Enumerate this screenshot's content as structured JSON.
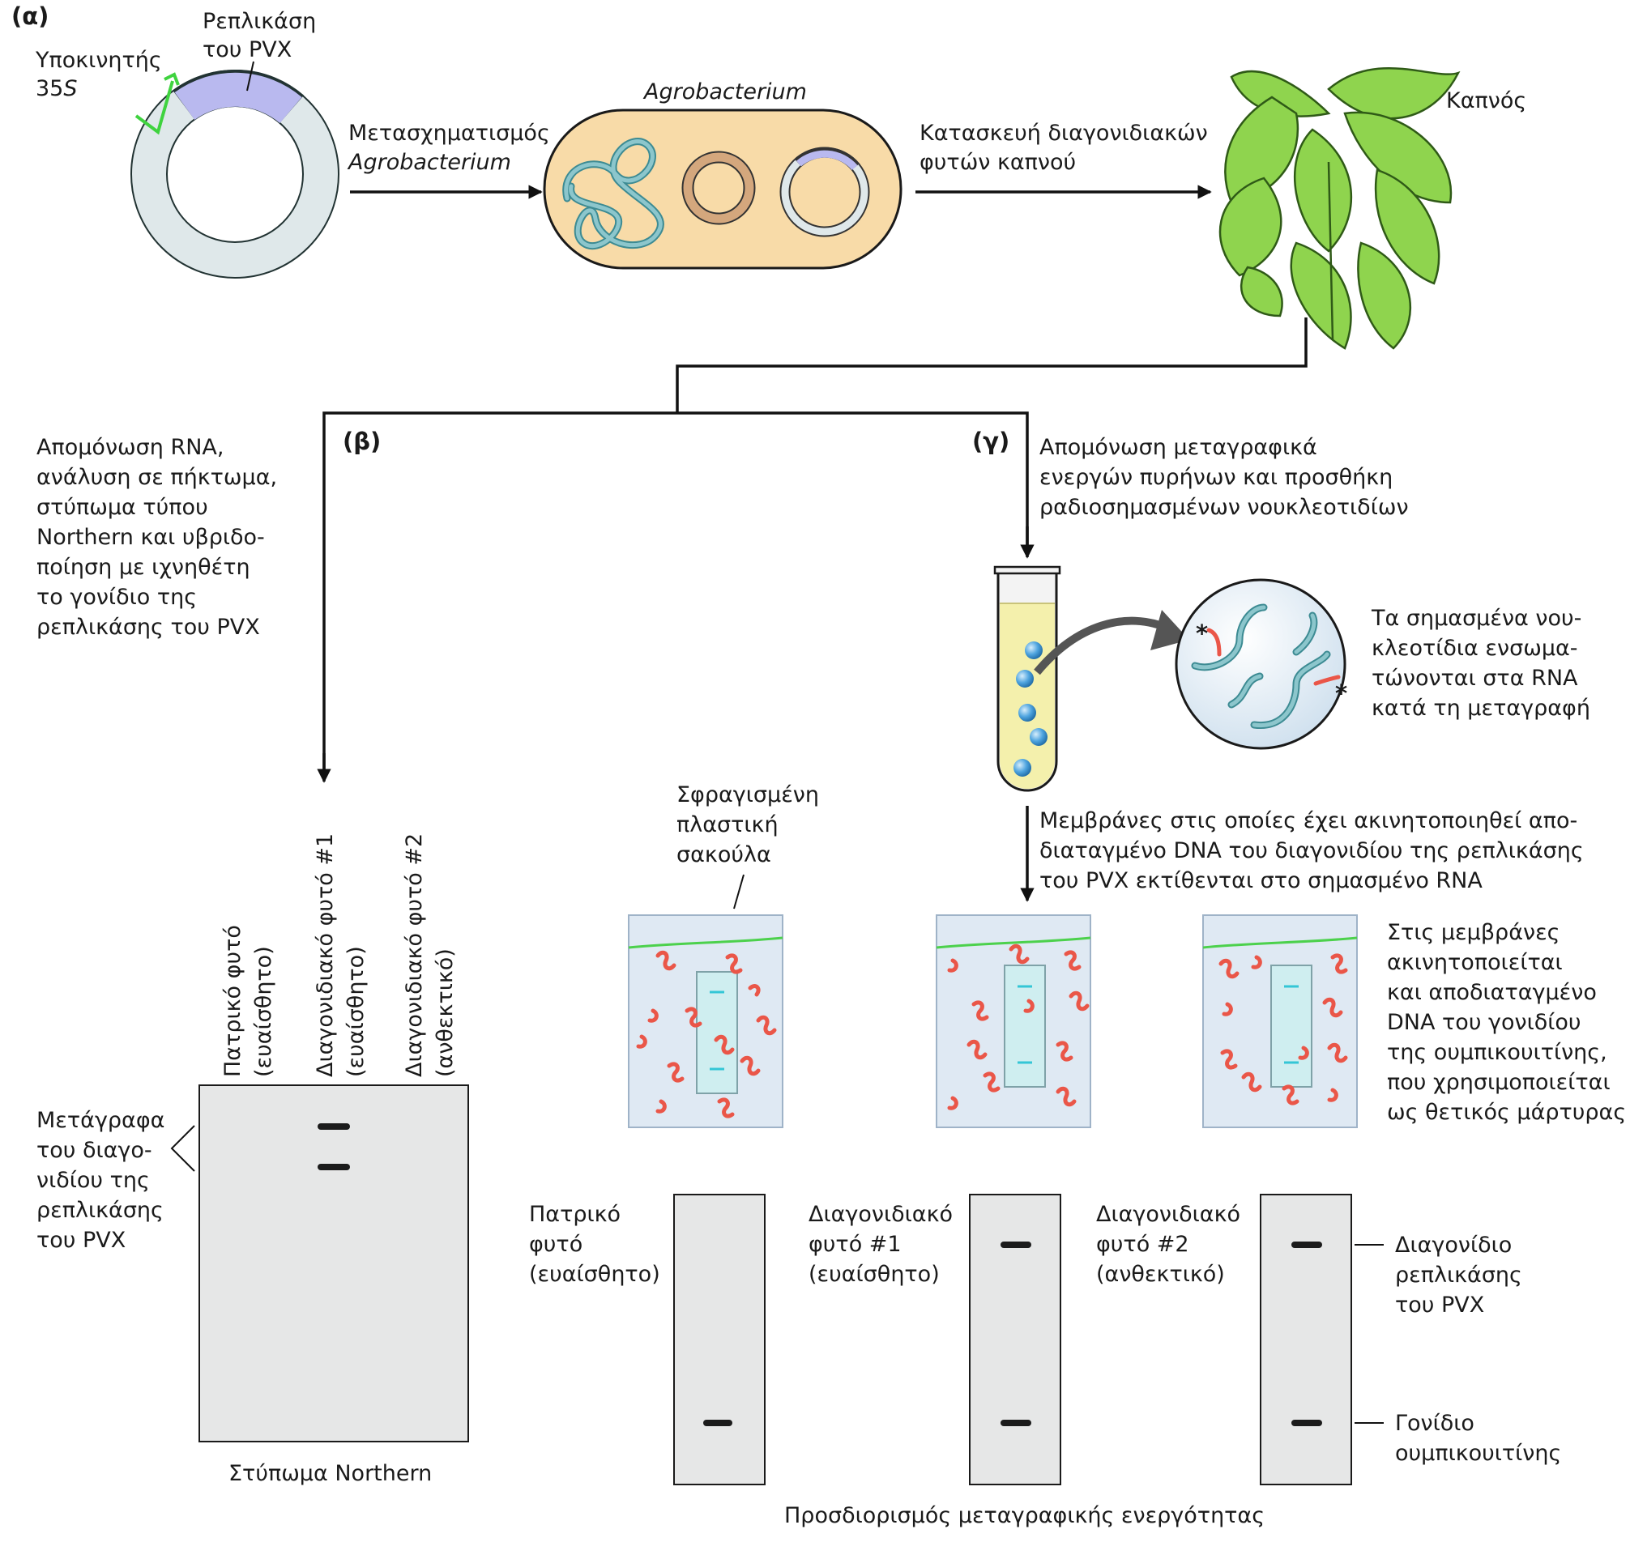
{
  "panels": {
    "a": "(α)",
    "b": "(β)",
    "c": "(γ)"
  },
  "plasmid": {
    "promoter_label": "Υποκινητής",
    "promoter_name": "35",
    "promoter_suffix": "S",
    "replicase_line1": "Ρεπλικάση",
    "replicase_line2": "του PVX"
  },
  "transform": {
    "line1": "Μετασχηματισμός",
    "line2": "Agrobacterium"
  },
  "agrobacterium_label": "Agrobacterium",
  "construct": {
    "line1": "Κατασκευή διαγονιδιακών",
    "line2": "φυτών καπνού"
  },
  "plant_label": "Καπνός",
  "branch_b_text": [
    "Απομόνωση RNA,",
    "ανάλυση σε πήκτωμα,",
    "στύπωμα τύπου",
    "Northern και υβριδο-",
    "ποίηση με ιχνηθέτη",
    "το γονίδιο της",
    "ρεπλικάσης του PVX"
  ],
  "branch_c_text": [
    "Απομόνωση μεταγραφικά",
    "ενεργών πυρήνων και προσθήκη",
    "ραδιοσημασμένων νουκλεοτιδίων"
  ],
  "labeled_text": [
    "Τα σημασμένα νου-",
    "κλεοτίδια ενσωμα-",
    "τώνονται στα RNA",
    "κατά τη μεταγραφή"
  ],
  "asterisk": "*",
  "membrane_text": [
    "Μεμβράνες στις οποίες έχει ακινητοποιηθεί απο-",
    "διαταγμένο DNA του διαγονιδίου της ρεπλικάσης",
    "του PVX εκτίθενται στο σημασμένο RNA"
  ],
  "bag_label": [
    "Σφραγισμένη",
    "πλαστική",
    "σακούλα"
  ],
  "control_text": [
    "Στις μεμβράνες",
    "ακινητοποιείται",
    "και αποδιαταγμένο",
    "DNA του γονιδίου",
    "της ουμπικουιτίνης,",
    "που χρησιμοποιείται",
    "ως θετικός μάρτυρας"
  ],
  "northern": {
    "lanes": [
      {
        "line1": "Πατρικό φυτό",
        "line2": "(ευαίσθητο)"
      },
      {
        "line1": "Διαγονιδιακό φυτό #1",
        "line2": "(ευαίσθητο)"
      },
      {
        "line1": "Διαγονιδιακό φυτό #2",
        "line2": "(ανθεκτικό)"
      }
    ],
    "transcript_label": [
      "Μετάγραφα",
      "του διαγο-",
      "νιδίου της",
      "ρεπλικάσης",
      "του PVX"
    ],
    "caption": "Στύπωμα Northern"
  },
  "runon": {
    "samples": [
      {
        "line1": "Πατρικό",
        "line2": "φυτό",
        "line3": "(ευαίσθητο)"
      },
      {
        "line1": "Διαγονιδιακό",
        "line2": "φυτό #1",
        "line3": "(ευαίσθητο)"
      },
      {
        "line1": "Διαγονιδιακό",
        "line2": "φυτό #2",
        "line3": "(ανθεκτικό)"
      }
    ],
    "transgene_label": [
      "Διαγονίδιο",
      "ρεπλικάσης",
      "του PVX"
    ],
    "ubiquitin_label": [
      "Γονίδιο",
      "ουμπικουιτίνης"
    ],
    "caption": "Προσδιορισμός μεταγραφικής ενεργότητας"
  },
  "colors": {
    "replicase": "#b9b9ef",
    "plasmid": "#dfe8ea",
    "cell": "#f8dba8",
    "leaf": "#8fd44e",
    "promoter_arrow": "#3fd33f",
    "label_band": "#ea5648"
  }
}
